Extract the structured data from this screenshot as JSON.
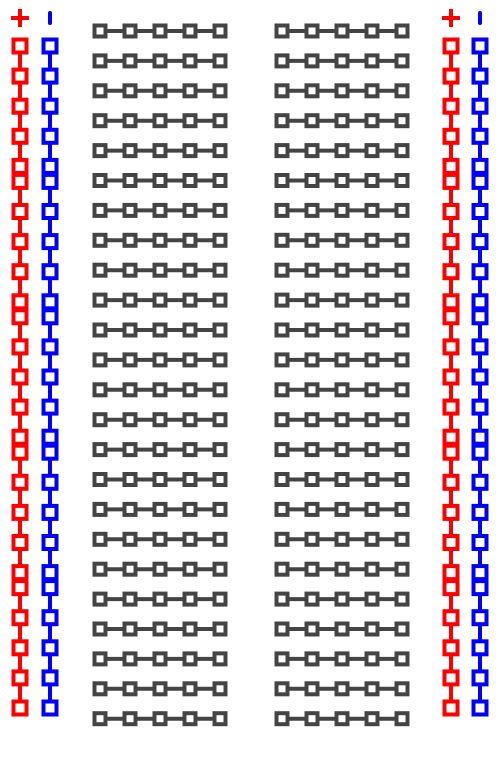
{
  "breadboard": {
    "colors": {
      "positive_rail": "#ff0000",
      "negative_rail": "#0000ff",
      "terminal": "#444444",
      "background": "#ffffff"
    },
    "icons": {
      "positive": "plus-icon",
      "negative": "minus-icon"
    },
    "terminal_strips": {
      "rows": 24,
      "holes_per_row": 5,
      "sides": [
        "left",
        "right"
      ]
    },
    "power_rails": {
      "groups": 5,
      "holes_per_group": 5,
      "rails": [
        {
          "side": "left",
          "polarity": "positive"
        },
        {
          "side": "left",
          "polarity": "negative"
        },
        {
          "side": "right",
          "polarity": "positive"
        },
        {
          "side": "right",
          "polarity": "negative"
        }
      ]
    }
  }
}
